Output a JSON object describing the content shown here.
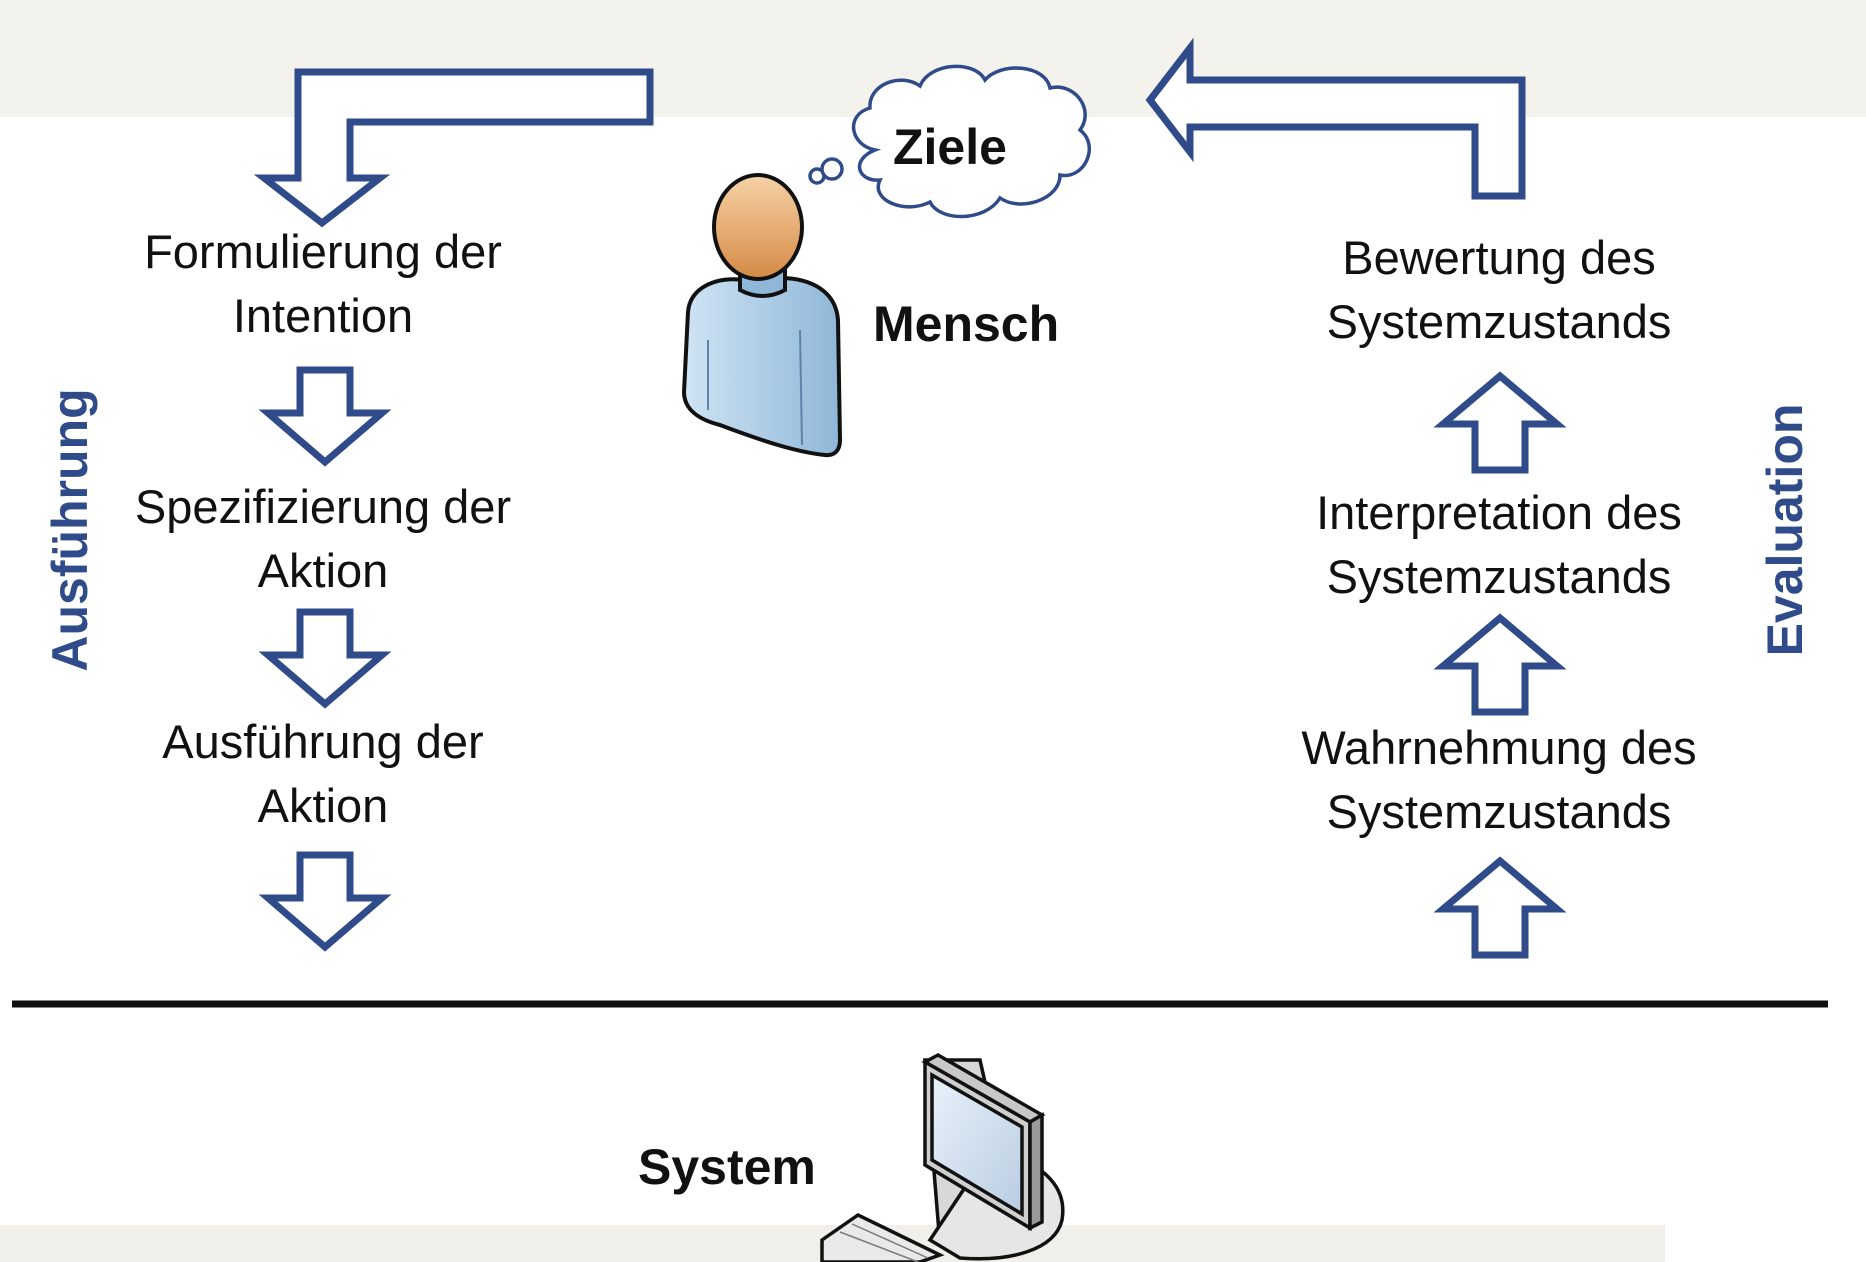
{
  "goals_label": "Ziele",
  "human_label": "Mensch",
  "system_label": "System",
  "execution": {
    "side_label": "Ausführung",
    "steps": [
      {
        "line1": "Formulierung der",
        "line2": "Intention"
      },
      {
        "line1": "Spezifizierung der",
        "line2": "Aktion"
      },
      {
        "line1": "Ausführung der",
        "line2": "Aktion"
      }
    ]
  },
  "evaluation": {
    "side_label": "Evaluation",
    "steps": [
      {
        "line1": "Bewertung des",
        "line2": "Systemzustands"
      },
      {
        "line1": "Interpretation des",
        "line2": "Systemzustands"
      },
      {
        "line1": "Wahrnehmung des",
        "line2": "Systemzustands"
      }
    ]
  },
  "colors": {
    "arrow_stroke": "#2f4b8a",
    "side_label": "#2f4b8a",
    "divider": "#111111"
  },
  "icons": [
    "person-icon",
    "thought-cloud-icon",
    "computer-icon"
  ]
}
